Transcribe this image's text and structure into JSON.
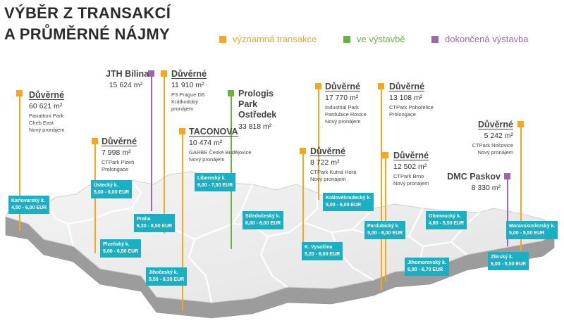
{
  "title": [
    "VÝBĚR Z TRANSAKCÍ",
    "A PRŮMĚRNÉ NÁJMY"
  ],
  "legend": [
    {
      "label": "významná transakce",
      "color": "#f5a623"
    },
    {
      "label": "ve výstavbě",
      "color": "#6ab43e"
    },
    {
      "label": "dokončená výstavba",
      "color": "#a066aa"
    }
  ],
  "transactions": [
    {
      "id": "cheb",
      "type": "major",
      "heading": "Důvěrné",
      "area": "60 621 m²",
      "details": [
        "Panattoni Park",
        "Cheb East",
        "Nový pronájem"
      ]
    },
    {
      "id": "plzen",
      "type": "major",
      "heading": "Důvěrné",
      "area": "7 998 m²",
      "details": [
        "CTPark Plzeň",
        "Prolongace"
      ]
    },
    {
      "id": "bilina",
      "type": "completed",
      "heading": "JTH Bílina",
      "area": "15 624 m²",
      "details": []
    },
    {
      "id": "prague",
      "type": "major",
      "heading": "Důvěrné",
      "area": "11 910 m²",
      "details": [
        "P3 Prague D6",
        "Krátkodobý",
        "pronájem"
      ]
    },
    {
      "id": "taconova",
      "type": "major",
      "heading": "TACONOVA",
      "area": "10 474 m²",
      "details": [
        "GARBE České Budějovice",
        "Nový pronájem"
      ]
    },
    {
      "id": "ostredek",
      "type": "construction",
      "heading": "Prologis Park Ostředek",
      "area": "33 818 m²",
      "details": []
    },
    {
      "id": "pardubice",
      "type": "major",
      "heading": "Důvěrné",
      "area": "17 770 m²",
      "details": [
        "Industrial Park",
        "Pardubice Rosice",
        "Nový pronájem"
      ]
    },
    {
      "id": "kutna",
      "type": "major",
      "heading": "Důvěrné",
      "area": "8 722 m²",
      "details": [
        "CTPark Kutná Hora",
        "Nový pronájem"
      ]
    },
    {
      "id": "pohorelice",
      "type": "major",
      "heading": "Důvěrné",
      "area": "13 108 m²",
      "details": [
        "CTPark Pohořelice",
        "Prolongace"
      ]
    },
    {
      "id": "brno",
      "type": "major",
      "heading": "Důvěrné",
      "area": "12 502 m²",
      "details": [
        "CTPark Brno",
        "Nový pronájem"
      ]
    },
    {
      "id": "nosovice",
      "type": "major",
      "heading": "Důvěrné",
      "area": "5 242 m²",
      "details": [
        "CTPark Nošovice",
        "Nový pronájem"
      ]
    },
    {
      "id": "paskov",
      "type": "completed",
      "heading": "DMC Paskov",
      "area": "8 330 m²",
      "details": []
    }
  ],
  "regions": [
    {
      "id": "karlovarsky",
      "name": "Karlovarský k.",
      "rent": "4,50 - 6,00 EUR"
    },
    {
      "id": "ustecky",
      "name": "Ústecký k.",
      "rent": "5,00 - 6,00 EUR"
    },
    {
      "id": "liberecky",
      "name": "Liberecký k.",
      "rent": "6,00 - 7,50 EUR"
    },
    {
      "id": "praha",
      "name": "Praha",
      "rent": "6,30 - 8,50 EUR"
    },
    {
      "id": "plzensky",
      "name": "Plzeňský k.",
      "rent": "5,00 - 6,50 EUR"
    },
    {
      "id": "stredocesky",
      "name": "Středočeský k.",
      "rent": "6,00 - 6,00 EUR"
    },
    {
      "id": "jihocesky",
      "name": "Jihočeský k.",
      "rent": "5,50 - 6,30 EUR"
    },
    {
      "id": "kralovehradecky",
      "name": "Královéhradecký k.",
      "rent": "5,00 - 6,00 EUR"
    },
    {
      "id": "pardubicky",
      "name": "Pardubický k.",
      "rent": "5,00 - 6,00 EUR"
    },
    {
      "id": "vysocina",
      "name": "K. Vysočina",
      "rent": "5,20 - 6,00 EUR"
    },
    {
      "id": "olomoucky",
      "name": "Olomoucký k.",
      "rent": "4,80 - 5,50 EUR"
    },
    {
      "id": "jihomoravsky",
      "name": "Jihomoravský k.",
      "rent": "6,00 - 6,70 EUR"
    },
    {
      "id": "moravskoslezsky",
      "name": "Moravskoslezský k.",
      "rent": "5,00 - 5,50 EUR"
    },
    {
      "id": "zlinsky",
      "name": "Zlínský k.",
      "rent": "5,00 - 5,50 EUR"
    }
  ]
}
